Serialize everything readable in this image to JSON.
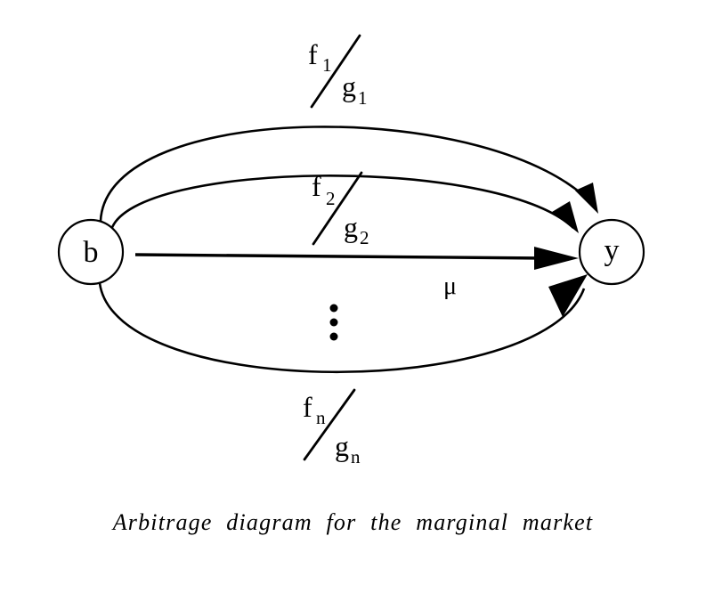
{
  "nodes": {
    "source": {
      "label": "b"
    },
    "target": {
      "label": "y"
    }
  },
  "edges": {
    "e1": {
      "numerator": "f",
      "num_sub": "1",
      "denominator": "g",
      "den_sub": "1"
    },
    "e2": {
      "numerator": "f",
      "num_sub": "2",
      "denominator": "g",
      "den_sub": "2"
    },
    "mu": {
      "label": "μ"
    },
    "en": {
      "numerator": "f",
      "num_sub": "n",
      "denominator": "g",
      "den_sub": "n"
    }
  },
  "caption": "Arbitrage diagram for the marginal market"
}
